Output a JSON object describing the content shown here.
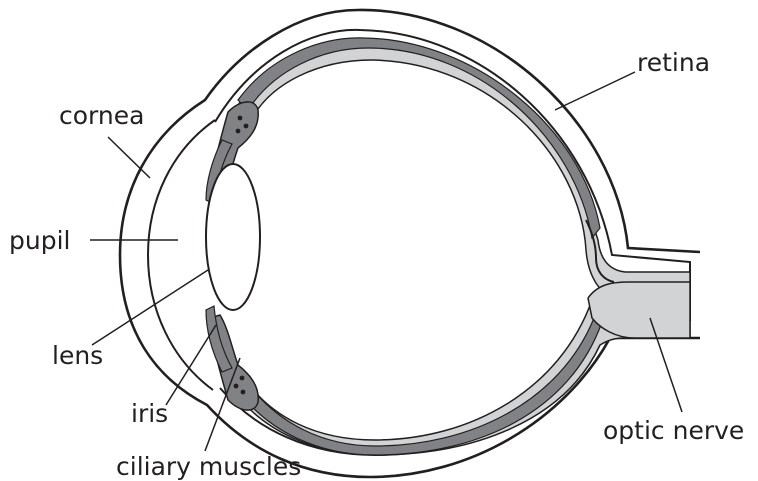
{
  "labels": {
    "cornea": "cornea",
    "retina": "retina",
    "pupil": "pupil",
    "lens": "lens",
    "iris": "iris",
    "optic_nerve": "optic nerve",
    "ciliary_muscles": "ciliary muscles"
  },
  "colors": {
    "line": "#231f20",
    "retina_fill": "#d1d3d4",
    "choroid_fill": "#808285",
    "background": "#ffffff"
  }
}
